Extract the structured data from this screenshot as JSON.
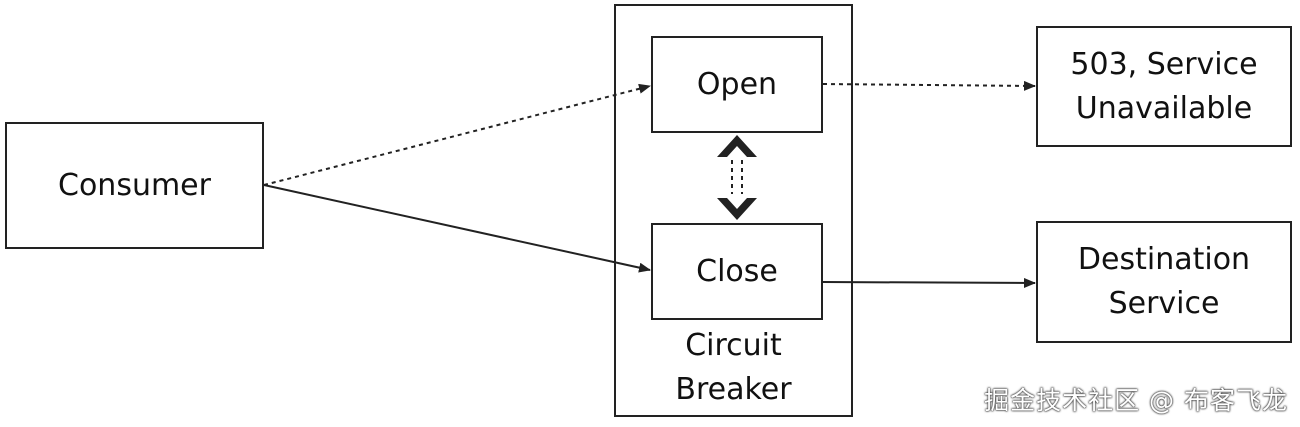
{
  "nodes": {
    "consumer": "Consumer",
    "open": "Open",
    "close": "Close",
    "unavailable": "503, Service\nUnavailable",
    "destination": "Destination\nService"
  },
  "container": {
    "label": "Circuit\nBreaker"
  },
  "watermark": "掘金技术社区 @ 布客飞龙",
  "colors": {
    "stroke": "#222222",
    "text": "#111111"
  }
}
